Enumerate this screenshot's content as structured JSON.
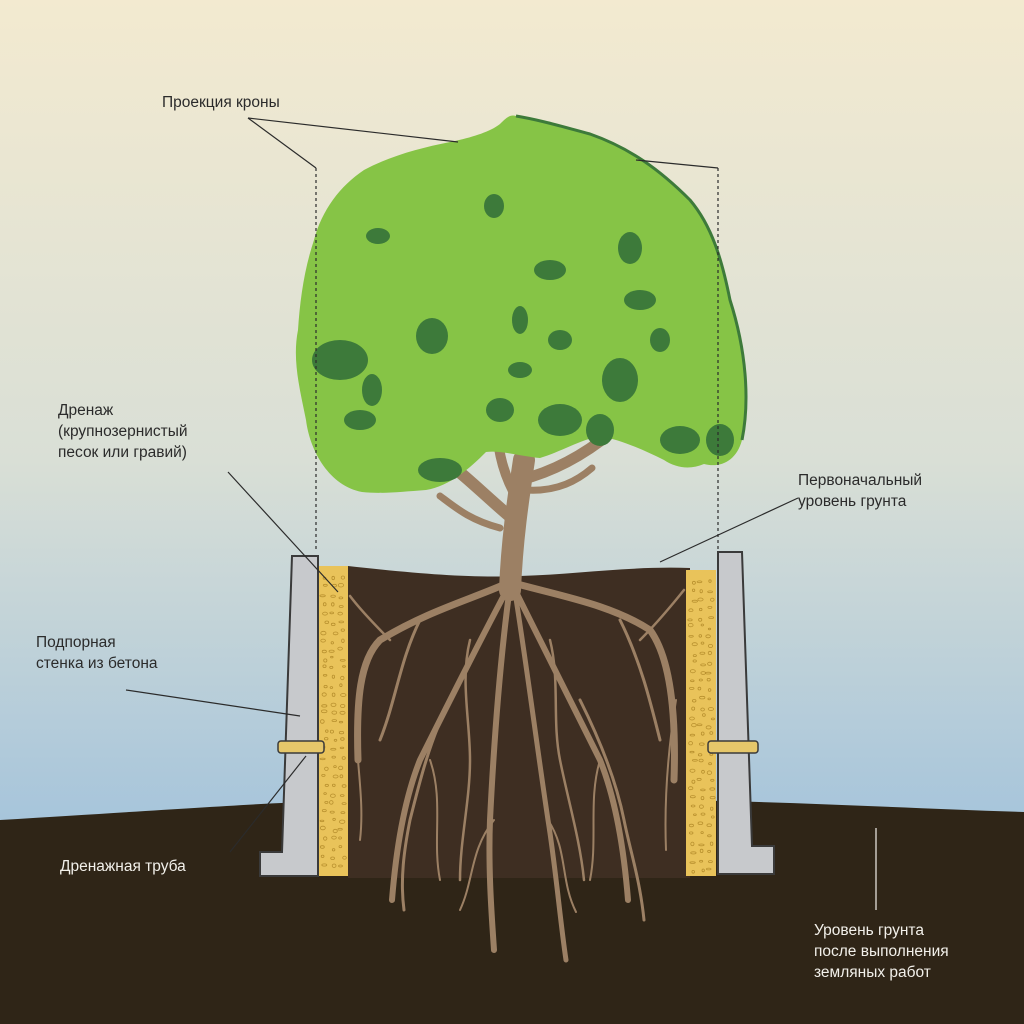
{
  "colors": {
    "sky_top": "#f3ead0",
    "sky_bottom": "#8ab6de",
    "soil_fill": "#3e2e22",
    "ground_after": "#2f2517",
    "concrete": "#c7c9cc",
    "drainage_sand": "#e9c35a",
    "pipe": "#e6c76a",
    "root": "#9c8064",
    "crown_light": "#86c446",
    "crown_dark": "#3d7a3a",
    "leader_line": "#2b2b2b"
  },
  "labels": {
    "crown_projection": "Проекция кроны",
    "drainage": "Дренаж\n(крупнозернистый\nпесок или гравий)",
    "original_ground_level": "Первоначальный\nуровень грунта",
    "retaining_wall": "Подпорная\nстенка из бетона",
    "drain_pipe": "Дренажная труба",
    "ground_level_after": "Уровень грунта\nпосле выполнения\nземляных работ"
  }
}
